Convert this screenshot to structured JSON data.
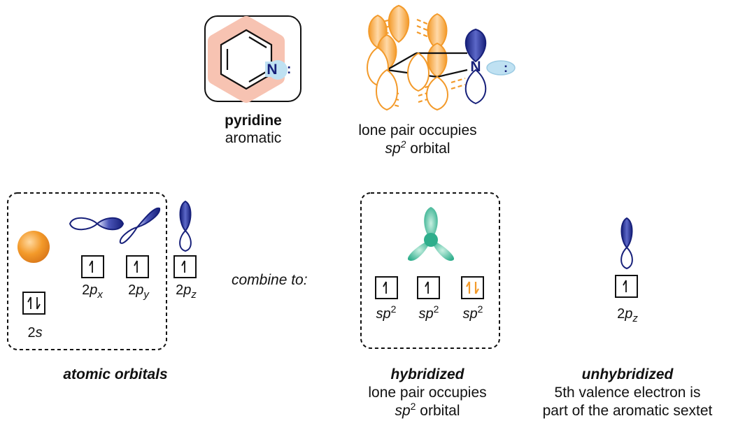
{
  "pyridine": {
    "name": "pyridine",
    "property": "aromatic",
    "nitrogen": "N",
    "lone_pair": ":"
  },
  "pi_system": {
    "nitrogen": "N",
    "lone_pair": ":",
    "caption_line1": "lone pair occupies",
    "caption_sp": "sp",
    "caption_sup": "2",
    "caption_rest": " orbital"
  },
  "atomic": {
    "title": "atomic orbitals",
    "s_label": {
      "main": "2",
      "it": "s"
    },
    "px_label": {
      "main": "2",
      "it": "p",
      "sub": "x"
    },
    "py_label": {
      "main": "2",
      "it": "p",
      "sub": "y"
    },
    "pz_label": {
      "main": "2",
      "it": "p",
      "sub": "z"
    }
  },
  "combine": "combine to:",
  "hybrid": {
    "title": "hybridized",
    "line1": "lone pair occupies",
    "line2_sp": "sp",
    "line2_sup": "2",
    "line2_rest": " orbital",
    "orbitals": [
      {
        "label": "sp",
        "sup": "2"
      },
      {
        "label": "sp",
        "sup": "2"
      },
      {
        "label": "sp",
        "sup": "2"
      }
    ]
  },
  "unhybrid": {
    "title": "unhybridized",
    "line1": "5th valence electron is",
    "line2": "part of the aromatic sextet",
    "label": {
      "main": "2",
      "it": "p",
      "sub": "z"
    }
  },
  "colors": {
    "orange": "#f39a2a",
    "navy": "#17207a",
    "teal": "#2fae8c",
    "pink": "#f7c3b2",
    "lightblue": "#bfe1f2"
  }
}
